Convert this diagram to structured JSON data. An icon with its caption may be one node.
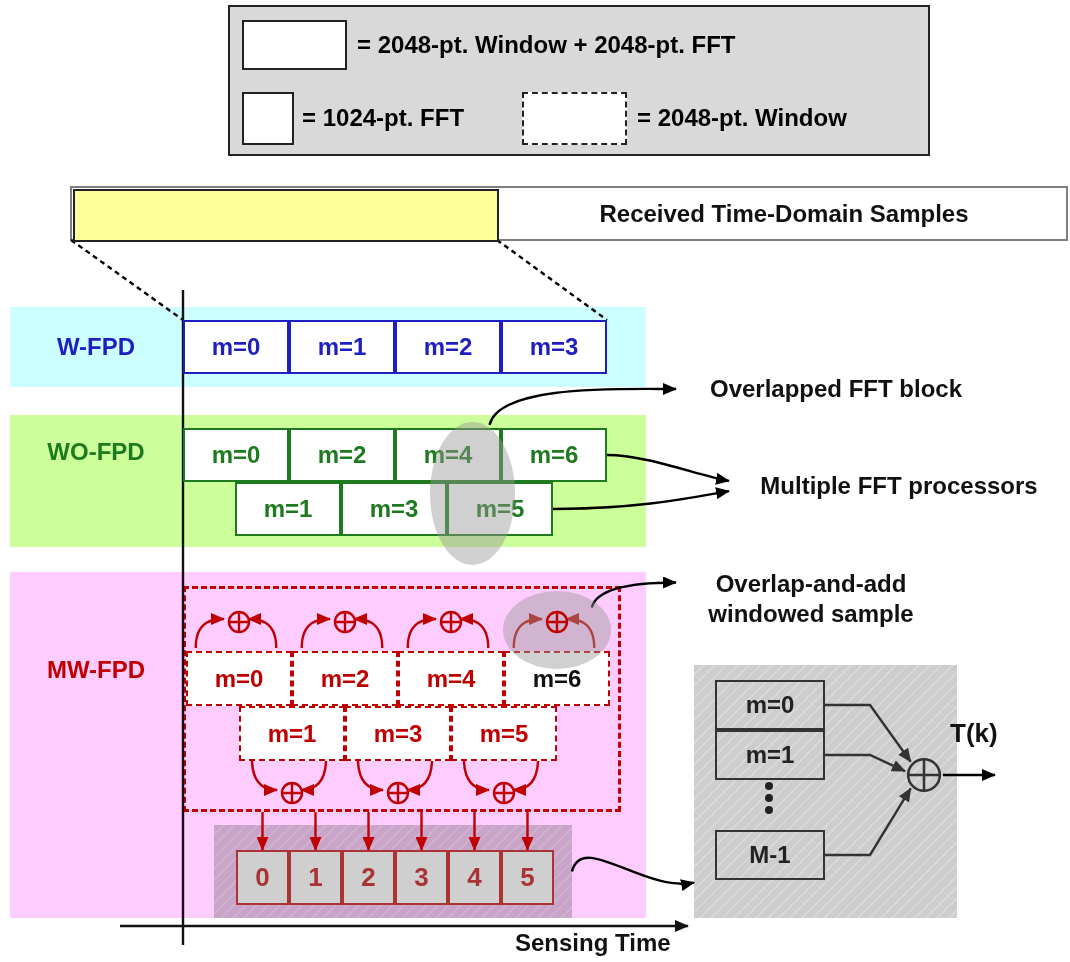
{
  "diagram": {
    "nodes": [
      {
        "text": [
          "Received Time-Domain Samples"
        ]
      },
      {
        "text": [],
        "shape": "box",
        "in": 0
      },
      {
        "text": [
          "W-FPD"
        ]
      },
      {
        "text": [
          "m=0"
        ],
        "in": 2
      },
      {
        "text": [
          "m=1"
        ],
        "in": 2
      },
      {
        "text": [
          "m=2"
        ],
        "in": 2
      },
      {
        "text": [
          "m=3"
        ],
        "in": 2
      },
      {
        "text": [
          "WO-FPD"
        ]
      },
      {
        "text": [
          "m=0"
        ],
        "in": 7
      },
      {
        "text": [
          "m=2"
        ],
        "in": 7
      },
      {
        "text": [
          "m=4"
        ],
        "in": 7
      },
      {
        "text": [
          "m=6"
        ],
        "in": 7
      },
      {
        "text": [
          "m=1"
        ],
        "in": 7
      },
      {
        "text": [
          "m=3"
        ],
        "in": 7
      },
      {
        "text": [
          "m=5"
        ],
        "in": 7
      },
      {
        "text": [],
        "shape": "circle"
      },
      {
        "text": [
          "Overlapped FFT block"
        ]
      },
      {
        "text": [
          "Multiple FFT processors"
        ]
      },
      {
        "text": [
          "MW-FPD"
        ]
      },
      {
        "text": [],
        "shape": "box",
        "in": 18
      },
      {
        "text": [
          "m=0"
        ],
        "in": 19
      },
      {
        "text": [
          "m=2"
        ],
        "in": 19
      },
      {
        "text": [
          "m=4"
        ],
        "in": 19
      },
      {
        "text": [
          "m=6"
        ],
        "in": 19
      },
      {
        "text": [
          "m=1"
        ],
        "in": 19
      },
      {
        "text": [
          "m=3"
        ],
        "in": 19
      },
      {
        "text": [
          "m=5"
        ],
        "in": 19
      },
      {
        "text": [],
        "shape": "circle",
        "in": 19
      },
      {
        "text": [],
        "shape": "circle",
        "in": 19
      },
      {
        "text": [],
        "shape": "circle",
        "in": 19
      },
      {
        "text": [],
        "shape": "circle",
        "in": 19
      },
      {
        "text": [],
        "shape": "circle",
        "in": 30
      },
      {
        "text": [],
        "shape": "circle",
        "in": 19
      },
      {
        "text": [],
        "shape": "circle",
        "in": 19
      },
      {
        "text": [],
        "shape": "circle",
        "in": 19
      },
      {
        "text": [
          "Overlap-and-add windowed sample"
        ]
      },
      {
        "text": [],
        "shape": "box",
        "in": 18
      },
      {
        "text": [
          "0"
        ],
        "in": 36
      },
      {
        "text": [
          "1"
        ],
        "in": 36
      },
      {
        "text": [
          "2"
        ],
        "in": 36
      },
      {
        "text": [
          "3"
        ],
        "in": 36
      },
      {
        "text": [
          "4"
        ],
        "in": 36
      },
      {
        "text": [
          "5"
        ],
        "in": 36
      },
      {
        "text": [],
        "shape": "box"
      },
      {
        "text": [
          "m=0"
        ],
        "in": 43
      },
      {
        "text": [
          "m=1"
        ],
        "in": 43
      },
      {
        "text": [
          "M-1"
        ],
        "in": 43
      },
      {
        "text": [],
        "shape": "circle",
        "in": 43
      }
    ],
    "edges": [
      {
        "from": 1,
        "to": 3,
        "arrow": "none",
        "style": "dashed",
        "color": "#000000"
      },
      {
        "from": 1,
        "to": 6,
        "arrow": "none",
        "style": "dashed",
        "color": "#000000"
      },
      {
        "from": 15,
        "to": 16,
        "arrow": "to",
        "color": "#000000"
      },
      {
        "from": 11,
        "to": 17,
        "arrow": "to",
        "color": "#000000"
      },
      {
        "from": 14,
        "to": 17,
        "arrow": "to",
        "color": "#000000"
      },
      {
        "from": 20,
        "to": 27,
        "arrow": "to"
      },
      {
        "from": 20,
        "to": 27,
        "arrow": "to"
      },
      {
        "from": 21,
        "to": 28,
        "arrow": "to"
      },
      {
        "from": 21,
        "to": 28,
        "arrow": "to"
      },
      {
        "from": 22,
        "to": 29,
        "arrow": "to"
      },
      {
        "from": 22,
        "to": 29,
        "arrow": "to"
      },
      {
        "from": 23,
        "to": 31,
        "arrow": "to"
      },
      {
        "from": 23,
        "to": 31,
        "arrow": "to"
      },
      {
        "from": 24,
        "to": 32,
        "arrow": "to"
      },
      {
        "from": 24,
        "to": 32,
        "arrow": "to"
      },
      {
        "from": 25,
        "to": 33,
        "arrow": "to"
      },
      {
        "from": 25,
        "to": 33,
        "arrow": "to"
      },
      {
        "from": 26,
        "to": 34,
        "arrow": "to"
      },
      {
        "from": 26,
        "to": 34,
        "arrow": "to"
      },
      {
        "from": 30,
        "to": 35,
        "arrow": "to",
        "color": "#000000"
      },
      {
        "from": 19,
        "to": 37,
        "arrow": "to"
      },
      {
        "from": 19,
        "to": 38,
        "arrow": "to"
      },
      {
        "from": 19,
        "to": 39,
        "arrow": "to"
      },
      {
        "from": 19,
        "to": 40,
        "arrow": "to"
      },
      {
        "from": 19,
        "to": 41,
        "arrow": "to"
      },
      {
        "from": 19,
        "to": 42,
        "arrow": "to"
      },
      {
        "from": 36,
        "to": 43,
        "arrow": "to",
        "color": "#000000"
      },
      {
        "from": 44,
        "to": 47,
        "arrow": "to",
        "color": "#333333"
      },
      {
        "from": 45,
        "to": 47,
        "arrow": "to",
        "color": "#333333"
      },
      {
        "from": 46,
        "to": 47,
        "arrow": "to",
        "color": "#333333"
      },
      {
        "from": 47,
        "to": null,
        "arrow": "to",
        "label": "T(k)",
        "color": "#000000"
      }
    ],
    "labels": [
      "Sensing Time"
    ],
    "legend": [
      {
        "text": "= 2048-pt. Window + 2048-pt. FFT"
      },
      {
        "text": "= 1024-pt. FFT"
      },
      {
        "text": "= 2048-pt. Window"
      }
    ]
  }
}
